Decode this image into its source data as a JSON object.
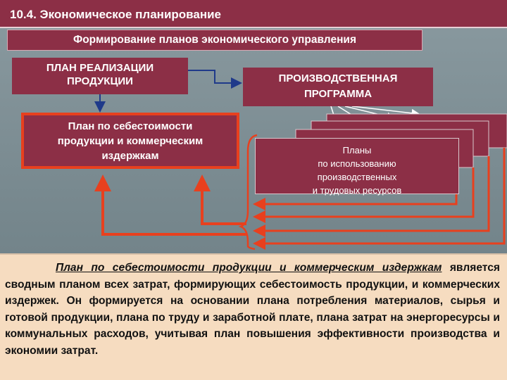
{
  "header": {
    "title": "10.4. Экономическое планирование"
  },
  "subheader": {
    "title": "Формирование  планов экономического управления"
  },
  "diagram": {
    "plan_sales": {
      "line1": "ПЛАН РЕАЛИЗАЦИИ",
      "line2": "ПРОДУКЦИИ"
    },
    "production_program": {
      "line1": "ПРОИЗВОДСТВЕННАЯ",
      "line2": "ПРОГРАММА"
    },
    "cost_plan": {
      "line1": "План по себестоимости",
      "line2": "продукции и коммерческим",
      "line3": "издержкам"
    },
    "resource_plans": {
      "line1": "Планы",
      "line2": "по использованию",
      "line3": "производственных",
      "line4": "и трудовых ресурсов"
    }
  },
  "description": {
    "lead": "План по себестоимости продукции и коммерческим издержкам",
    "body": " является сводным планом всех затрат, формирующих себестоимость продукции, и коммерческих издержек. Он формируется на основании плана потребления материалов, сырья и готовой продукции, плана по труду и заработной плате, плана затрат на энергоресурсы и коммунальных расходов, учитывая план повышения эффективности производства и экономии затрат."
  },
  "colors": {
    "box_fill": "#8c2f46",
    "highlight_border": "#e8401e",
    "text_panel": "#f6dcc0"
  }
}
